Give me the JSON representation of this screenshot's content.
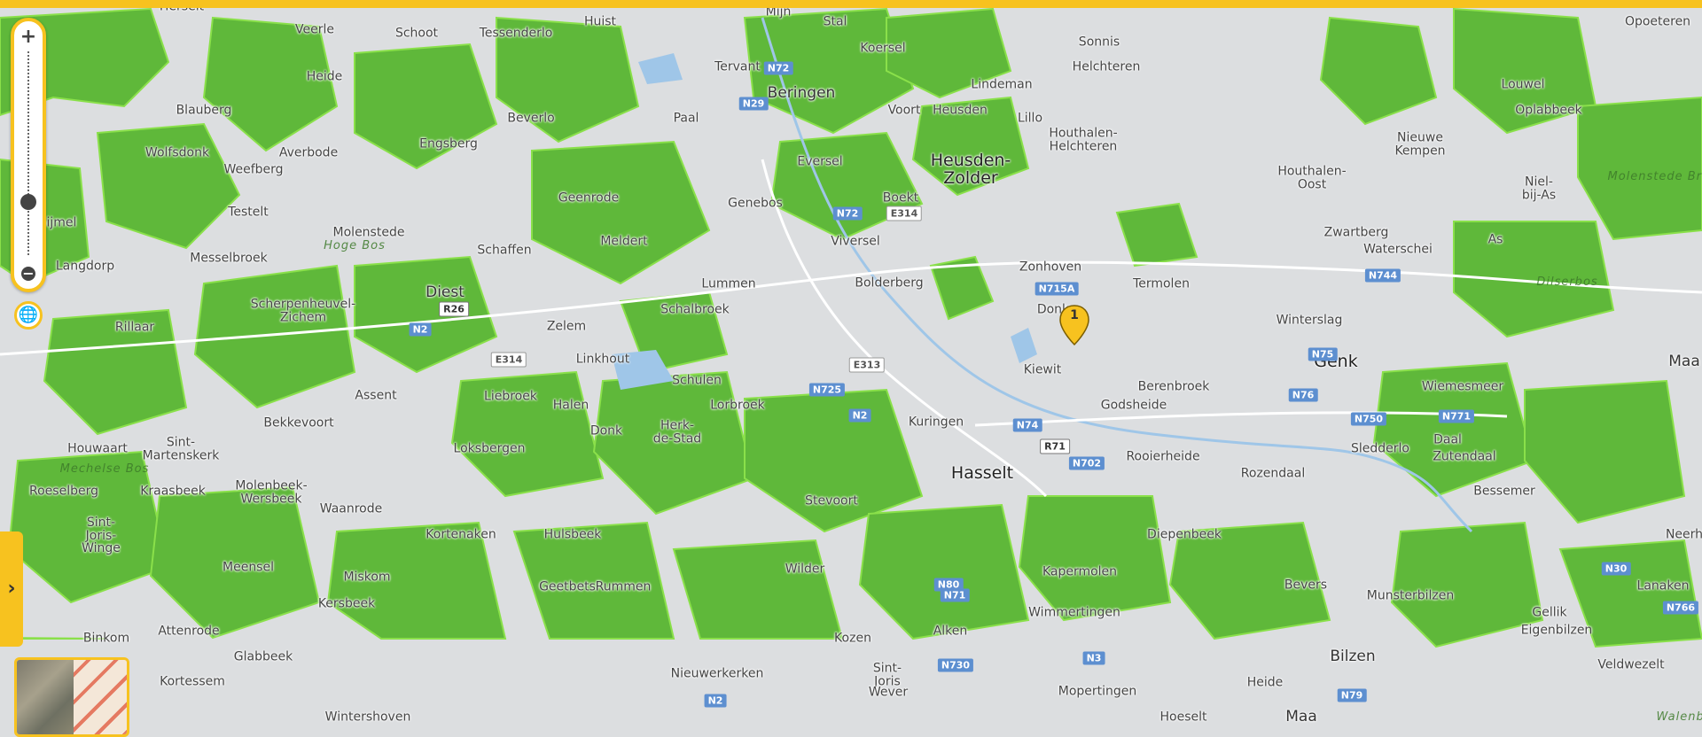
{
  "map": {
    "colors": {
      "forest": "#5fb83a",
      "forest_edge": "#8ae04a",
      "urban": "#f4f4f2",
      "background": "#dcdee0",
      "water": "#9fc6e8",
      "accent": "#f7c21f"
    },
    "places": [
      {
        "name": "Herselt",
        "cls": "village"
      },
      {
        "name": "Veerle",
        "cls": "village"
      },
      {
        "name": "Schoot",
        "cls": "village"
      },
      {
        "name": "Tessenderlo",
        "cls": "village"
      },
      {
        "name": "Huist",
        "cls": "village"
      },
      {
        "name": "Mijn",
        "cls": "village"
      },
      {
        "name": "Stal",
        "cls": "village"
      },
      {
        "name": "Koersel",
        "cls": "village"
      },
      {
        "name": "Sonnis",
        "cls": "village"
      },
      {
        "name": "Helchteren",
        "cls": "village"
      },
      {
        "name": "Lindeman",
        "cls": "village"
      },
      {
        "name": "Opoeteren",
        "cls": "village"
      },
      {
        "name": "Tervant",
        "cls": "village"
      },
      {
        "name": "Beringen",
        "cls": "town"
      },
      {
        "name": "Blauberg",
        "cls": "village"
      },
      {
        "name": "Heide",
        "cls": "village"
      },
      {
        "name": "Paal",
        "cls": "village"
      },
      {
        "name": "Voort",
        "cls": "village"
      },
      {
        "name": "Heusden",
        "cls": "village"
      },
      {
        "name": "Lillo",
        "cls": "village"
      },
      {
        "name": "Houthalen-\nHelchteren",
        "cls": "village"
      },
      {
        "name": "Louwel",
        "cls": "village"
      },
      {
        "name": "Oplabbeek",
        "cls": "village"
      },
      {
        "name": "Wolfsdonk",
        "cls": "village"
      },
      {
        "name": "Averbode",
        "cls": "village"
      },
      {
        "name": "Engsberg",
        "cls": "village"
      },
      {
        "name": "Beverlo",
        "cls": "village"
      },
      {
        "name": "Nieuwe\nKempen",
        "cls": "village"
      },
      {
        "name": "Weefberg",
        "cls": "village"
      },
      {
        "name": "Eversel",
        "cls": "village"
      },
      {
        "name": "Heusden-\nZolder",
        "cls": "city"
      },
      {
        "name": "Houthalen-\nOost",
        "cls": "village"
      },
      {
        "name": "Niel-\nbij-As",
        "cls": "village"
      },
      {
        "name": "Testelt",
        "cls": "village"
      },
      {
        "name": "Geenrode",
        "cls": "village"
      },
      {
        "name": "Genebos",
        "cls": "village"
      },
      {
        "name": "Boekt",
        "cls": "village"
      },
      {
        "name": "Zwartberg",
        "cls": "village"
      },
      {
        "name": "Gijmel",
        "cls": "village"
      },
      {
        "name": "Molenstede",
        "cls": "village"
      },
      {
        "name": "Meldert",
        "cls": "village"
      },
      {
        "name": "Viversel",
        "cls": "village"
      },
      {
        "name": "Waterschei",
        "cls": "village"
      },
      {
        "name": "Langdorp",
        "cls": "village"
      },
      {
        "name": "Messelbroek",
        "cls": "village"
      },
      {
        "name": "Schaffen",
        "cls": "village"
      },
      {
        "name": "Lummen",
        "cls": "village"
      },
      {
        "name": "Bolderberg",
        "cls": "village"
      },
      {
        "name": "Zonhoven",
        "cls": "village"
      },
      {
        "name": "Termolen",
        "cls": "village"
      },
      {
        "name": "As",
        "cls": "village"
      },
      {
        "name": "Scherpenheuvel-\nZichem",
        "cls": "village"
      },
      {
        "name": "Diest",
        "cls": "town"
      },
      {
        "name": "Donk",
        "cls": "village"
      },
      {
        "name": "Winterslag",
        "cls": "village"
      },
      {
        "name": "Rillaar",
        "cls": "village"
      },
      {
        "name": "Zelem",
        "cls": "village"
      },
      {
        "name": "Schalbroek",
        "cls": "village"
      },
      {
        "name": "Linkhout",
        "cls": "village"
      },
      {
        "name": "Kiewit",
        "cls": "village"
      },
      {
        "name": "Genk",
        "cls": "city"
      },
      {
        "name": "Maa",
        "cls": "town"
      },
      {
        "name": "Schulen",
        "cls": "village"
      },
      {
        "name": "Berenbroek",
        "cls": "village"
      },
      {
        "name": "Wiemesmeer",
        "cls": "village"
      },
      {
        "name": "Assent",
        "cls": "village"
      },
      {
        "name": "Liebroek",
        "cls": "village"
      },
      {
        "name": "Halen",
        "cls": "village"
      },
      {
        "name": "Herk-\nde-Stad",
        "cls": "village"
      },
      {
        "name": "Lorbroek",
        "cls": "village"
      },
      {
        "name": "Kuringen",
        "cls": "village"
      },
      {
        "name": "Godsheide",
        "cls": "village"
      },
      {
        "name": "Bekkevoort",
        "cls": "village"
      },
      {
        "name": "Donk",
        "cls": "village"
      },
      {
        "name": "Houwaart",
        "cls": "village"
      },
      {
        "name": "Sint-\nMartenskerk",
        "cls": "village"
      },
      {
        "name": "Loksbergen",
        "cls": "village"
      },
      {
        "name": "Hasselt",
        "cls": "city"
      },
      {
        "name": "Rooierheide",
        "cls": "village"
      },
      {
        "name": "Rozendaal",
        "cls": "village"
      },
      {
        "name": "Sledderlo",
        "cls": "village"
      },
      {
        "name": "Daal",
        "cls": "village"
      },
      {
        "name": "Zutendaal",
        "cls": "village"
      },
      {
        "name": "Molenbeek-\nWersbeek",
        "cls": "village"
      },
      {
        "name": "Kraasbeek",
        "cls": "village"
      },
      {
        "name": "Roeselberg",
        "cls": "village"
      },
      {
        "name": "Waanrode",
        "cls": "village"
      },
      {
        "name": "Stevoort",
        "cls": "village"
      },
      {
        "name": "Bessemer",
        "cls": "village"
      },
      {
        "name": "Sint-\nJoris-\nWinge",
        "cls": "village"
      },
      {
        "name": "Kortenaken",
        "cls": "village"
      },
      {
        "name": "Hulsbeek",
        "cls": "village"
      },
      {
        "name": "Diepenbeek",
        "cls": "village"
      },
      {
        "name": "Neerh",
        "cls": "village"
      },
      {
        "name": "Meensel",
        "cls": "village"
      },
      {
        "name": "Miskom",
        "cls": "village"
      },
      {
        "name": "Geetbets",
        "cls": "village"
      },
      {
        "name": "Rummen",
        "cls": "village"
      },
      {
        "name": "Wilder",
        "cls": "village"
      },
      {
        "name": "Kapermolen",
        "cls": "village"
      },
      {
        "name": "Bevers",
        "cls": "village"
      },
      {
        "name": "Munsterbilzen",
        "cls": "village"
      },
      {
        "name": "Lanaken",
        "cls": "village"
      },
      {
        "name": "Kersbeek",
        "cls": "village"
      },
      {
        "name": "Wimmertingen",
        "cls": "village"
      },
      {
        "name": "Gellik",
        "cls": "village"
      },
      {
        "name": "Binkom",
        "cls": "village"
      },
      {
        "name": "Attenrode",
        "cls": "village"
      },
      {
        "name": "Alken",
        "cls": "village"
      },
      {
        "name": "Kozen",
        "cls": "village"
      },
      {
        "name": "Eigenbilzen",
        "cls": "village"
      },
      {
        "name": "Glabbeek",
        "cls": "village"
      },
      {
        "name": "Bilzen",
        "cls": "town"
      },
      {
        "name": "Veldwezelt",
        "cls": "village"
      },
      {
        "name": "Nieuwerkerken",
        "cls": "village"
      },
      {
        "name": "Sint-\nJoris",
        "cls": "village"
      },
      {
        "name": "Wever",
        "cls": "village"
      },
      {
        "name": "Kortessem",
        "cls": "village"
      },
      {
        "name": "Mopertingen",
        "cls": "village"
      },
      {
        "name": "Heide",
        "cls": "village"
      },
      {
        "name": "Wintershoven",
        "cls": "village"
      },
      {
        "name": "Hoeselt",
        "cls": "village"
      },
      {
        "name": "Maa",
        "cls": "town"
      },
      {
        "name": "Walenbos",
        "cls": "forest"
      },
      {
        "name": "Mechelse Bos",
        "cls": "forest"
      },
      {
        "name": "Dilserbos",
        "cls": "forest"
      },
      {
        "name": "Molenstede Broek",
        "cls": "forest"
      },
      {
        "name": "Hoge Bos",
        "cls": "forest"
      }
    ],
    "roads": [
      {
        "label": "N72",
        "t": "n"
      },
      {
        "label": "N29",
        "t": "n"
      },
      {
        "label": "N72",
        "t": "n"
      },
      {
        "label": "E314",
        "t": "e"
      },
      {
        "label": "N715A",
        "t": "n"
      },
      {
        "label": "N744",
        "t": "n"
      },
      {
        "label": "N75",
        "t": "n"
      },
      {
        "label": "R26",
        "t": "r"
      },
      {
        "label": "N2",
        "t": "n"
      },
      {
        "label": "E314",
        "t": "e"
      },
      {
        "label": "E313",
        "t": "e"
      },
      {
        "label": "N725",
        "t": "n"
      },
      {
        "label": "N2",
        "t": "n"
      },
      {
        "label": "N74",
        "t": "n"
      },
      {
        "label": "R71",
        "t": "r"
      },
      {
        "label": "N702",
        "t": "n"
      },
      {
        "label": "N76",
        "t": "n"
      },
      {
        "label": "N750",
        "t": "n"
      },
      {
        "label": "N771",
        "t": "n"
      },
      {
        "label": "N766",
        "t": "n"
      },
      {
        "label": "N71",
        "t": "n"
      },
      {
        "label": "N80",
        "t": "n"
      },
      {
        "label": "N730",
        "t": "n"
      },
      {
        "label": "N79",
        "t": "n"
      },
      {
        "label": "N2",
        "t": "n"
      },
      {
        "label": "N3",
        "t": "n"
      },
      {
        "label": "N30",
        "t": "n"
      }
    ],
    "marker": {
      "number": "1"
    }
  },
  "controls": {
    "zoom_in": "+",
    "zoom_out": "−",
    "zoom_level": 0.25,
    "panel_toggle": "›"
  }
}
